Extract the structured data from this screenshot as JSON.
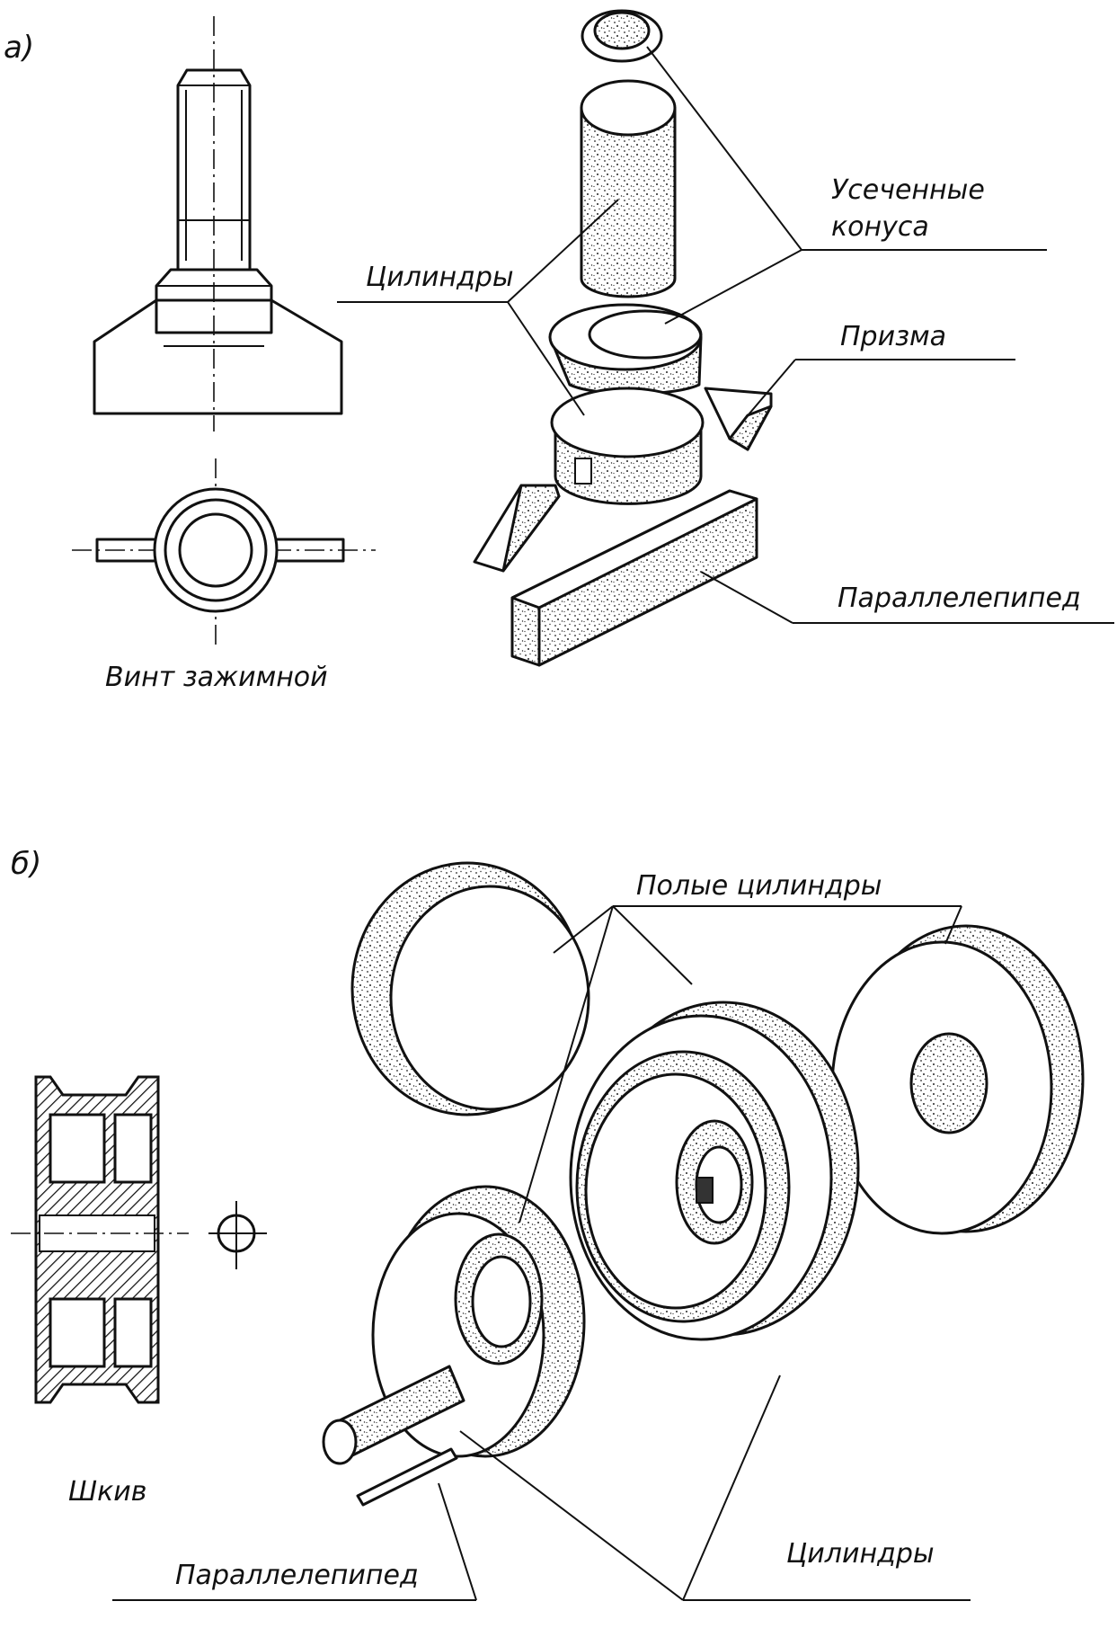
{
  "section_a": {
    "marker": "а)",
    "labels": {
      "screw": "Винт зажимной",
      "truncated_cones_line1": "Усеченные",
      "truncated_cones_line2": "конуса",
      "cylinders": "Цилиндры",
      "prism": "Призма",
      "parallelepiped": "Параллелепипед"
    }
  },
  "section_b": {
    "marker": "б)",
    "labels": {
      "hollow_cylinders": "Полые цилиндры",
      "pulley": "Шкив",
      "parallelepiped": "Параллелепипед",
      "cylinders": "Цилиндры"
    }
  },
  "colors": {
    "ink": "#111111",
    "paper": "#ffffff"
  }
}
